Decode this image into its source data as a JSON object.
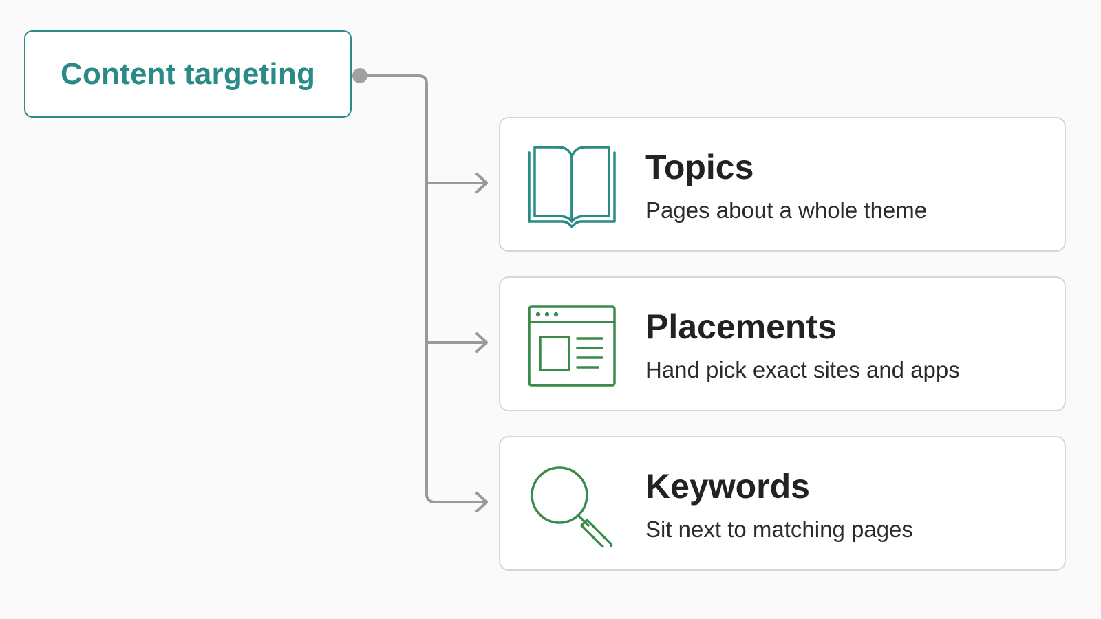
{
  "root": {
    "title": "Content targeting"
  },
  "colors": {
    "root_accent": "#2a8a86",
    "connector": "#9a9a9a",
    "topics_icon": "#2a8a86",
    "placements_icon": "#3a8a4a",
    "keywords_icon": "#3a8a4a"
  },
  "items": [
    {
      "title": "Topics",
      "subtitle": "Pages about a whole theme",
      "icon": "open-book-icon"
    },
    {
      "title": "Placements",
      "subtitle": "Hand pick exact sites and apps",
      "icon": "browser-window-icon"
    },
    {
      "title": "Keywords",
      "subtitle": "Sit next to matching pages",
      "icon": "magnifying-glass-icon"
    }
  ]
}
